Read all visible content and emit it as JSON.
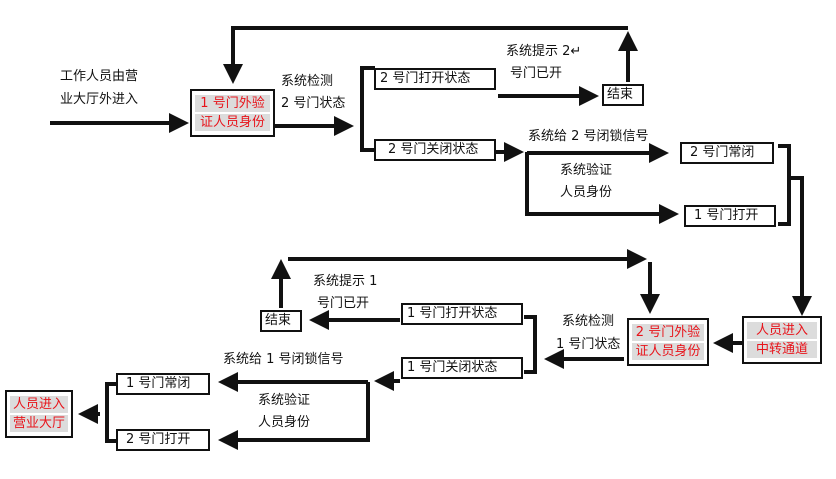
{
  "diagram": {
    "title": "",
    "nodes": {
      "entry_label": [
        "工作人员由营",
        "业大厅外进入"
      ],
      "door1_verify": [
        "1 号门外验",
        "证人员身份"
      ],
      "detect2_label": [
        "系统检测",
        "2 号门状态"
      ],
      "door2_open_state": "2 号门打开状态",
      "door2_closed_state": "2 号门关闭状态",
      "prompt2_label": [
        "系统提示 2↵",
        "号门已开"
      ],
      "end_top": "结束",
      "lock2_label": "系统给 2 号闭锁信号",
      "verify_label_top": [
        "系统验证",
        "人员身份"
      ],
      "door2_normally_closed": "2 号门常闭",
      "door1_open": "1 号门打开",
      "enter_transfer": [
        "人员进入",
        "中转通道"
      ],
      "door2_verify": [
        "2 号门外验",
        "证人员身份"
      ],
      "detect1_label": [
        "系统检测",
        "1 号门状态"
      ],
      "door1_open_state": "1 号门打开状态",
      "door1_closed_state": "1 号门关闭状态",
      "prompt1_label": [
        "系统提示 1",
        "号门已开"
      ],
      "end_bottom": "结束",
      "lock1_label": "系统给 1 号闭锁信号",
      "verify_label_bottom": [
        "系统验证",
        "人员身份"
      ],
      "door1_normally_closed": "1 号门常闭",
      "door2_open": "2 号门打开",
      "enter_hall": [
        "人员进入",
        "营业大厅"
      ]
    },
    "colors": {
      "line": "#111111",
      "highlight_text": "#e8141b",
      "highlight_bg": "#dcdcdc"
    }
  }
}
